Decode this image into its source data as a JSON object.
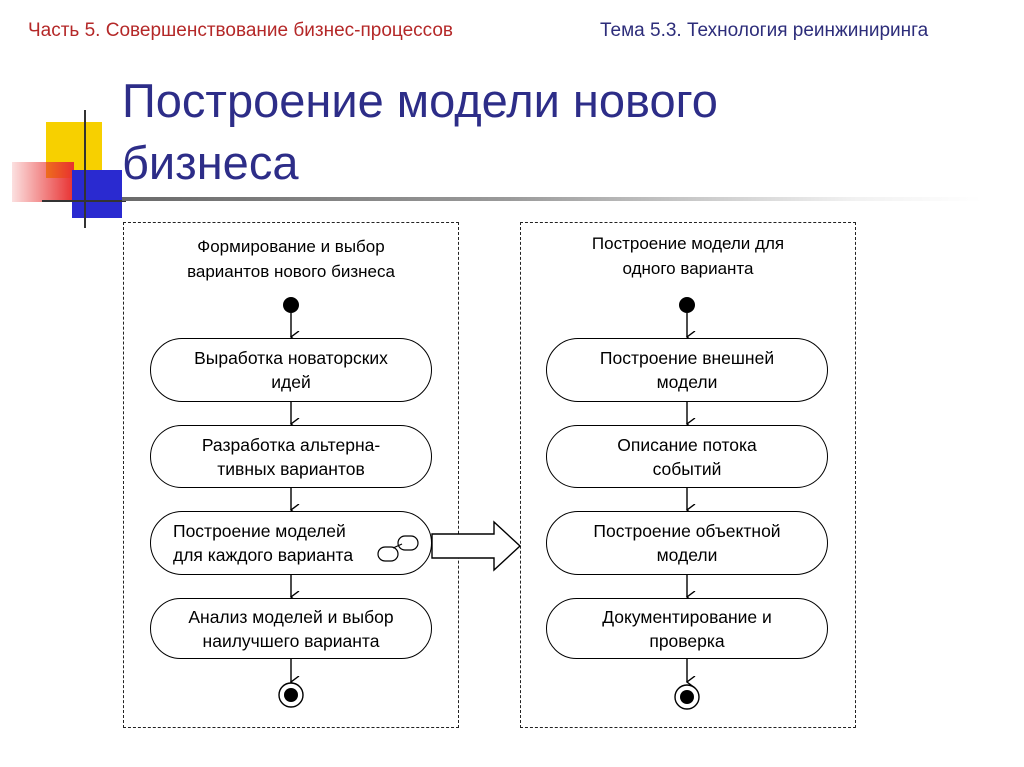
{
  "header": {
    "part": "Часть 5. Совершенствование бизнес-процессов",
    "topic": "Тема 5.3. Технология реинжиниринга"
  },
  "title": "Построение модели нового\nбизнеса",
  "colors": {
    "header_part": "#b42828",
    "title": "#2d2d88",
    "deco_yellow": "#f7d000",
    "deco_red": "#e83030",
    "deco_blue": "#2a2ad0"
  },
  "panels": [
    {
      "title": "Формирование и выбор\nвариантов нового бизнеса",
      "steps": [
        "Выработка новаторских\nидей",
        "Разработка альтерна-\nтивных вариантов",
        "Построение моделей\nдля каждого варианта",
        "Анализ моделей и выбор\nнаилучшего варианта"
      ]
    },
    {
      "title": "Построение модели для\nодного варианта",
      "steps": [
        "Построение внешней\nмодели",
        "Описание потока\nсобытий",
        "Построение объектной\nмодели",
        "Документирование и\nпроверка"
      ]
    }
  ]
}
